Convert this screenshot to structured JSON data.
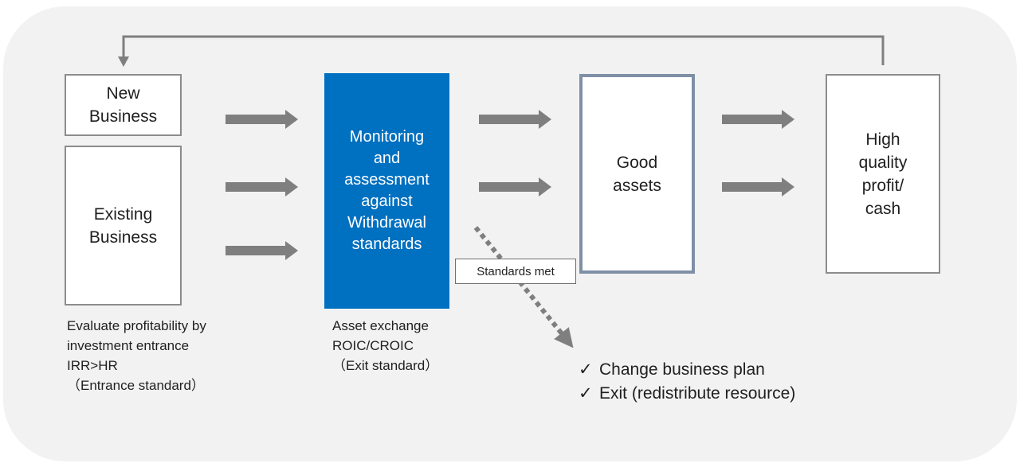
{
  "boxes": {
    "new_business": "New\nBusiness",
    "existing_business": "Existing\nBusiness",
    "monitoring": "Monitoring\nand\nassessment\nagainst\nWithdrawal\nstandards",
    "good_assets": "Good\nassets",
    "high_quality": "High\nquality\nprofit/\ncash"
  },
  "notes": {
    "entrance": "Evaluate profitability by\ninvestment entrance\nIRR>HR\n（Entrance standard）",
    "exit": "Asset exchange\nROIC/CROIC\n（Exit standard）"
  },
  "badge": "Standards met",
  "checklist": {
    "mark": "✓",
    "items": [
      "Change business plan",
      "Exit (redistribute resource)"
    ]
  },
  "colors": {
    "panel": "#f2f2f2",
    "accent_box": "#0070c0",
    "arrow": "#7f7f7f",
    "good_assets_border": "#7f8fa6"
  }
}
